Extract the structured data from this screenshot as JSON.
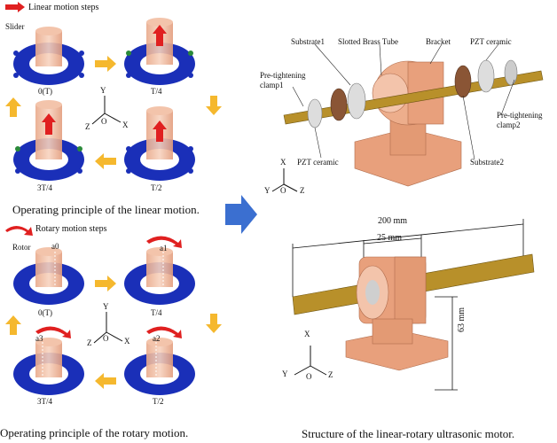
{
  "linear_panel": {
    "legend": "Linear motion steps",
    "part_label": "Slider",
    "steps": [
      "0(T)",
      "T/4",
      "T/2",
      "3T/4"
    ],
    "axes": {
      "y": "Y",
      "z": "Z",
      "o": "O",
      "x": "X"
    },
    "caption": "Operating principle of the linear motion."
  },
  "rotary_panel": {
    "legend": "Rotary motion steps",
    "part_label": "Rotor",
    "steps": [
      "0(T)",
      "T/4",
      "T/2",
      "3T/4"
    ],
    "point_labels": [
      "a0",
      "a1",
      "a2",
      "a3"
    ],
    "axes": {
      "y": "Y",
      "z": "Z",
      "o": "O",
      "x": "X"
    },
    "caption": "Operating principle of the rotary motion."
  },
  "structure_panel": {
    "labels": {
      "substrate1": "Substrate1",
      "slotted_tube": "Slotted Brass Tube",
      "bracket": "Bracket",
      "pzt_top": "PZT ceramic",
      "clamp1": "Pre-tightening\nclamp1",
      "clamp2": "Pre-tightening\nclamp2",
      "substrate2": "Substrate2",
      "pzt_bottom": "PZT ceramic"
    },
    "axes": {
      "x": "X",
      "y": "Y",
      "o": "O",
      "z": "Z"
    }
  },
  "dimension_panel": {
    "length": "200 mm",
    "width": "25 mm",
    "height": "63 mm",
    "axes": {
      "x": "X",
      "y": "Y",
      "o": "O",
      "z": "Z"
    },
    "caption": "Structure of the linear-rotary ultrasonic motor."
  },
  "colors": {
    "ring": "#1a2fb8",
    "cylinder": "#f2c4a8",
    "arrow_red": "#e02020",
    "arrow_orange": "#f5b82e",
    "bracket": "#e8a07c",
    "tube": "#b8902a",
    "center_arrow": "#3b6fd0"
  }
}
